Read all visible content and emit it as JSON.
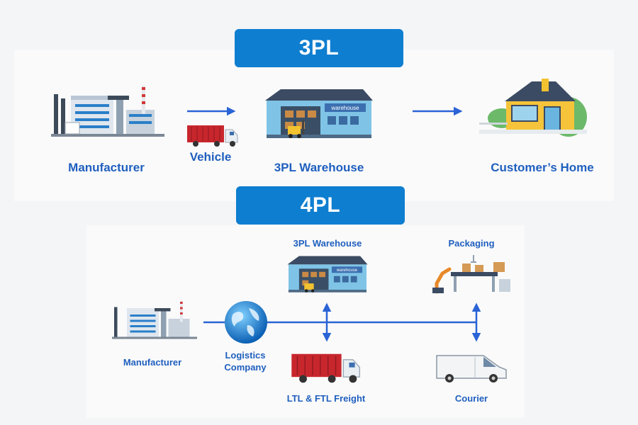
{
  "threepl": {
    "title": "3PL",
    "manufacturer": "Manufacturer",
    "vehicle": "Vehicle",
    "warehouse": "3PL Warehouse",
    "customer_home": "Customer’s Home",
    "warehouse_sign": "warehouse"
  },
  "fourpl": {
    "title": "4PL",
    "warehouse": "3PL Warehouse",
    "packaging": "Packaging",
    "manufacturer": "Manufacturer",
    "logistics_company_line1": "Logistics",
    "logistics_company_line2": "Company",
    "freight": "LTL & FTL Freight",
    "courier": "Courier",
    "warehouse_sign": "warehouse"
  },
  "colors": {
    "accent": "#0e7ed0",
    "label": "#1f5fbf",
    "arrow": "#2a63d6"
  }
}
